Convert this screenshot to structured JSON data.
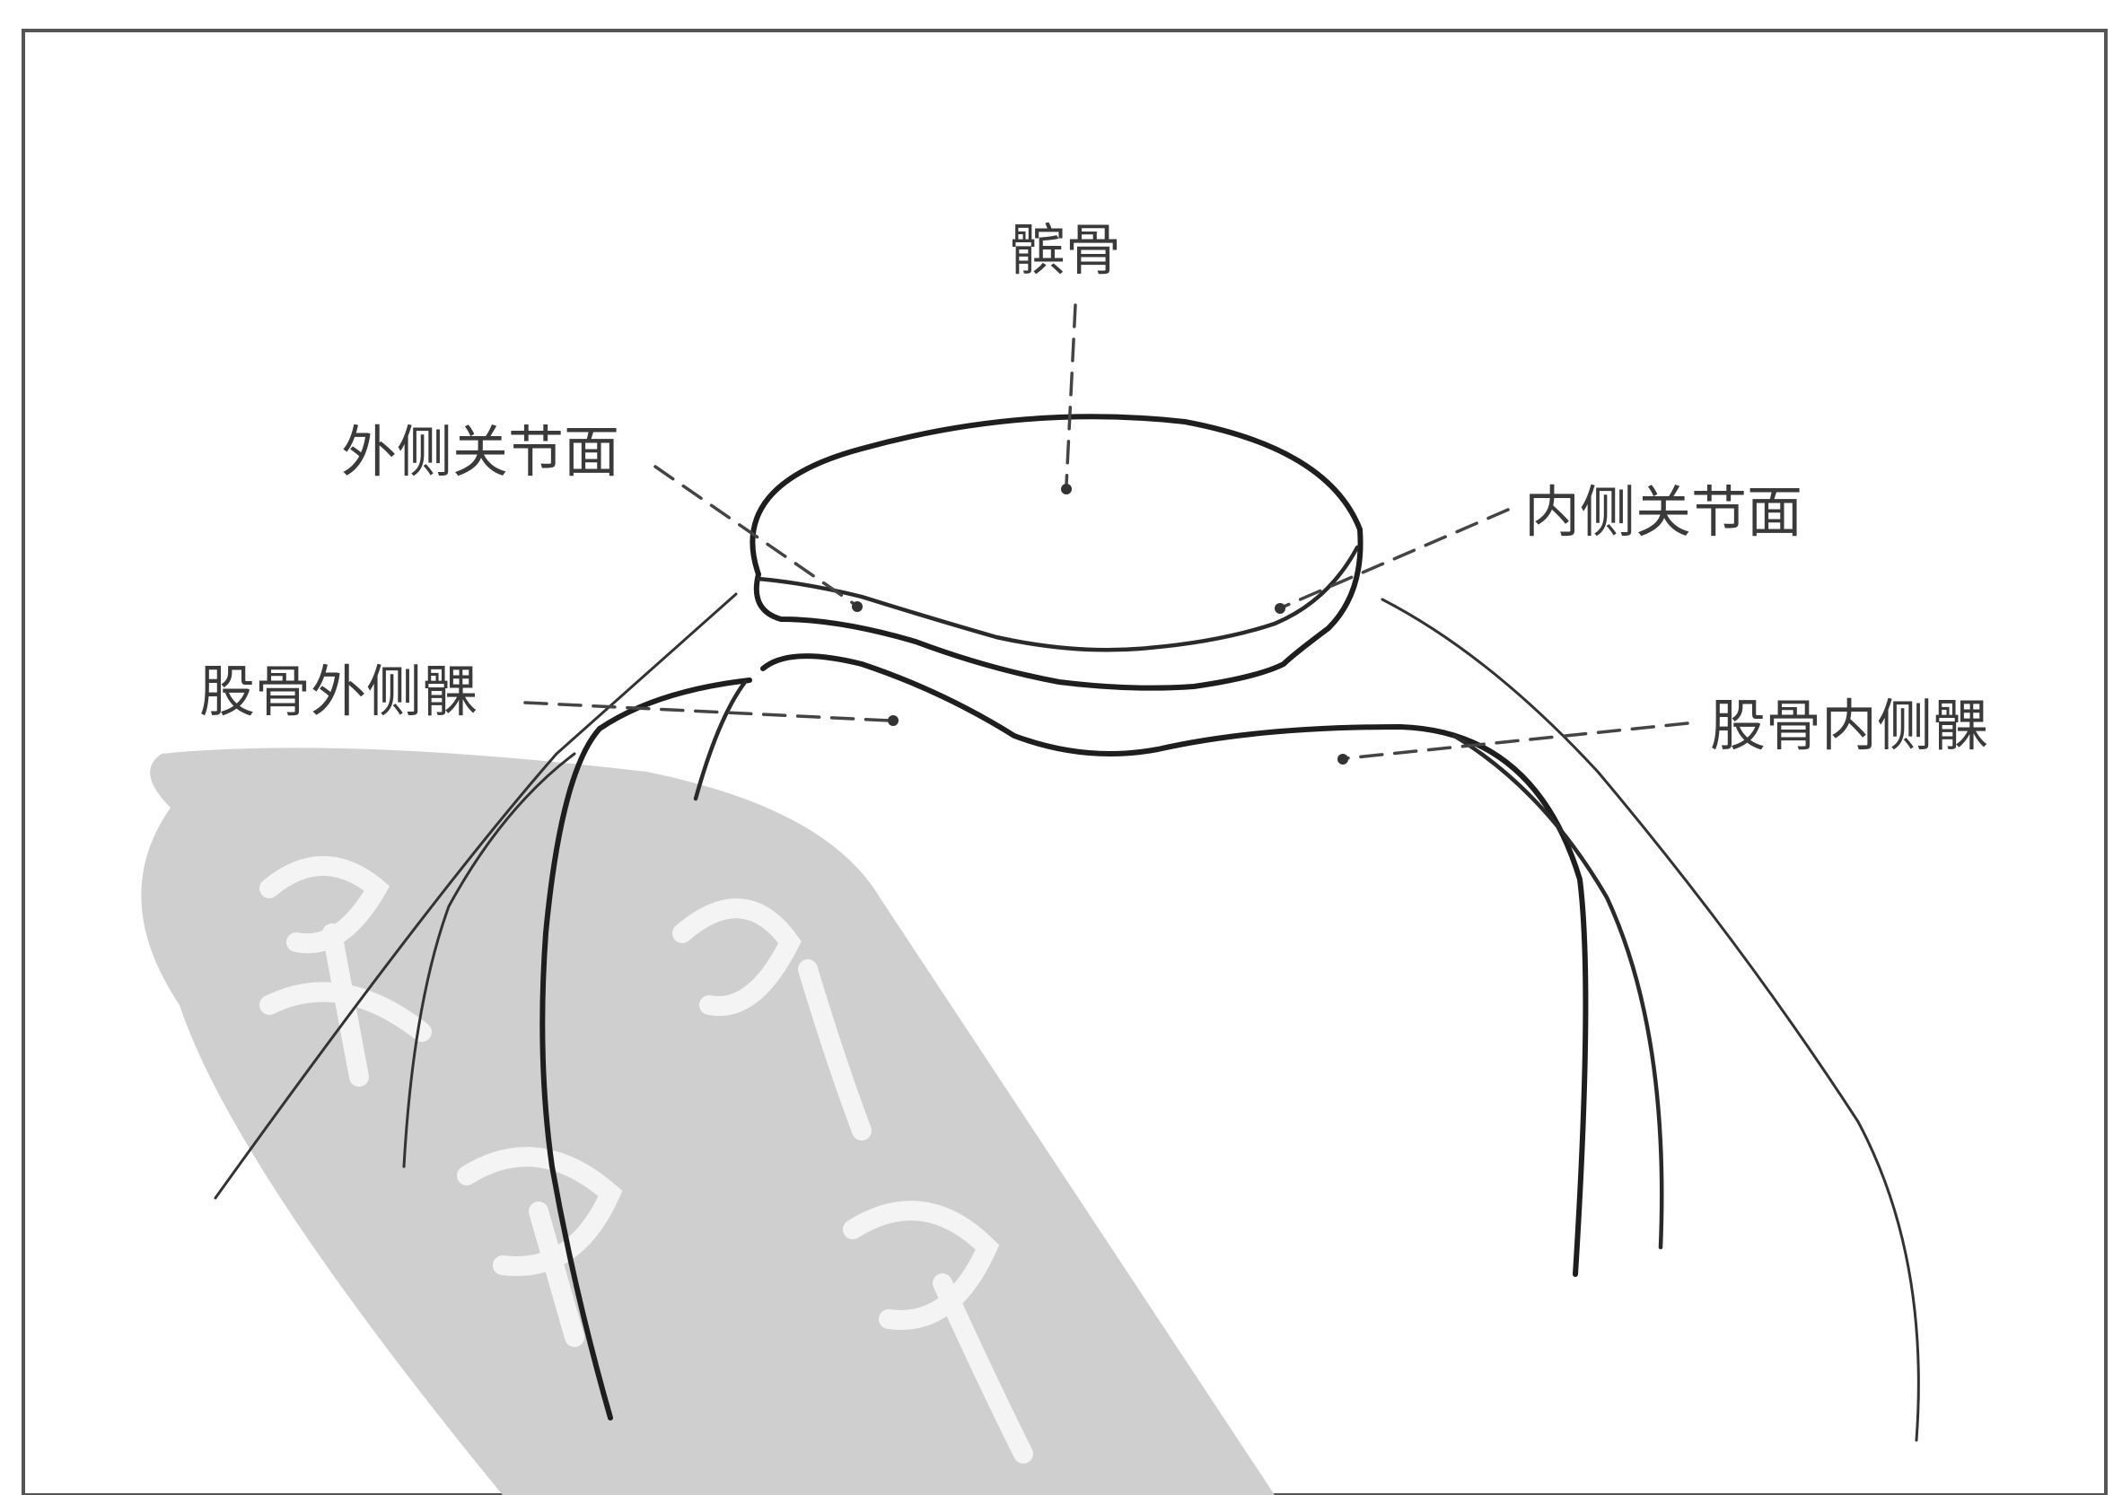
{
  "labels": {
    "patella": "髌骨",
    "lateral_facet": "外侧关节面",
    "medial_facet": "内侧关节面",
    "lateral_condyle": "股骨外侧髁",
    "medial_condyle": "股骨内侧髁"
  },
  "watermark": {
    "color": "#cfcfcf"
  },
  "colors": {
    "line": "#1e1e1e",
    "text": "#3a3a3a",
    "frame": "#555555"
  }
}
